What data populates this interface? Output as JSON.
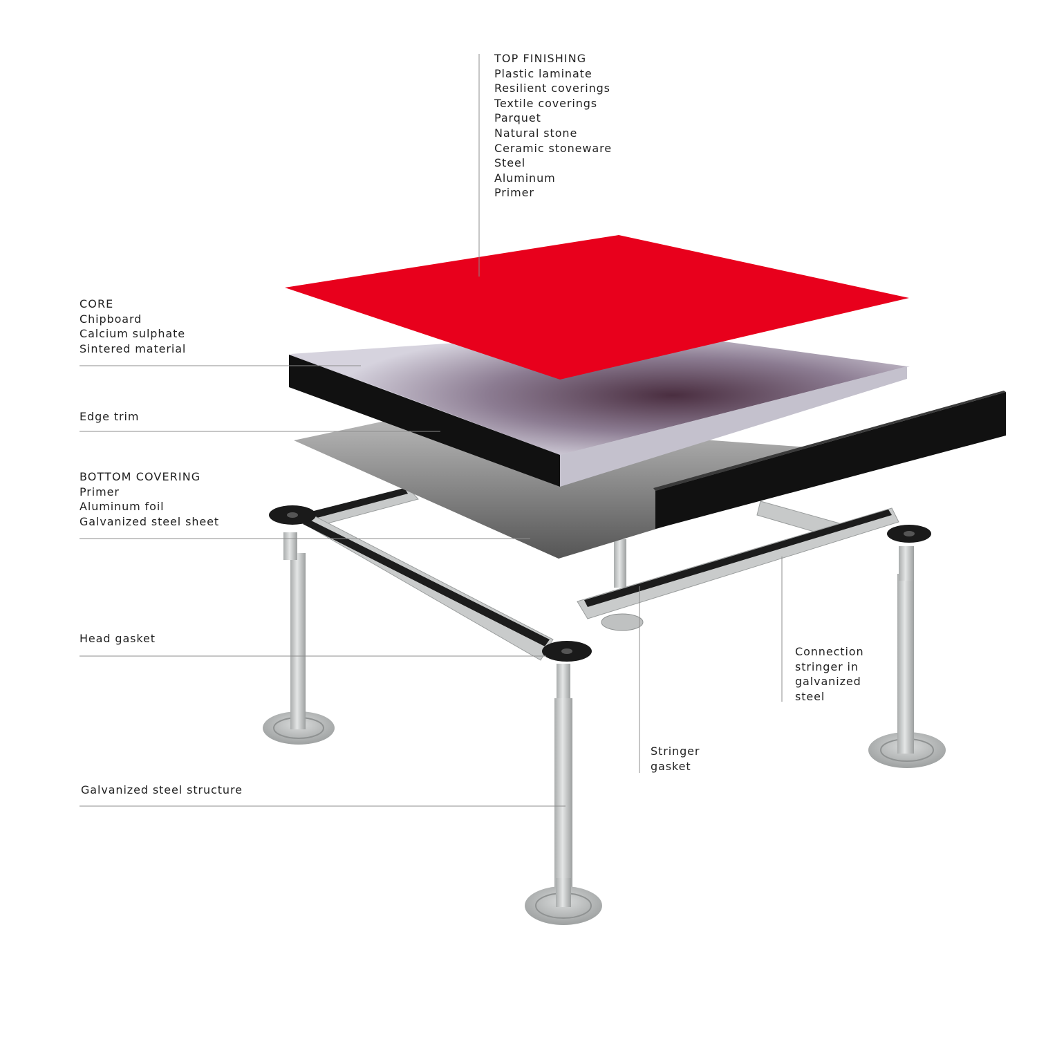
{
  "top_finishing": {
    "heading": "TOP FINISHING",
    "items": [
      "Plastic laminate",
      "Resilient coverings",
      "Textile coverings",
      "Parquet",
      "Natural stone",
      "Ceramic stoneware",
      "Steel",
      "Aluminum",
      "Primer"
    ]
  },
  "core": {
    "heading": "CORE",
    "items": [
      "Chipboard",
      "Calcium sulphate",
      "Sintered material"
    ]
  },
  "edge_trim": {
    "label": "Edge trim"
  },
  "bottom_covering": {
    "heading": "BOTTOM COVERING",
    "items": [
      "Primer",
      "Aluminum foil",
      "Galvanized steel sheet"
    ]
  },
  "head_gasket": {
    "label": "Head gasket"
  },
  "galvanized_structure": {
    "label": "Galvanized steel structure"
  },
  "connection_stringer": {
    "lines": [
      "Connection",
      "stringer in",
      "galvanized",
      "steel"
    ]
  },
  "stringer_gasket": {
    "lines": [
      "Stringer",
      "gasket"
    ]
  },
  "colors": {
    "top_finishing": "#e8001c",
    "edge_trim": "#111111",
    "core_face": "#c9c6d3",
    "bottom_sheet": "#8a8a8a",
    "steel": "#c7c9c9",
    "line": "#8c8c8c"
  }
}
